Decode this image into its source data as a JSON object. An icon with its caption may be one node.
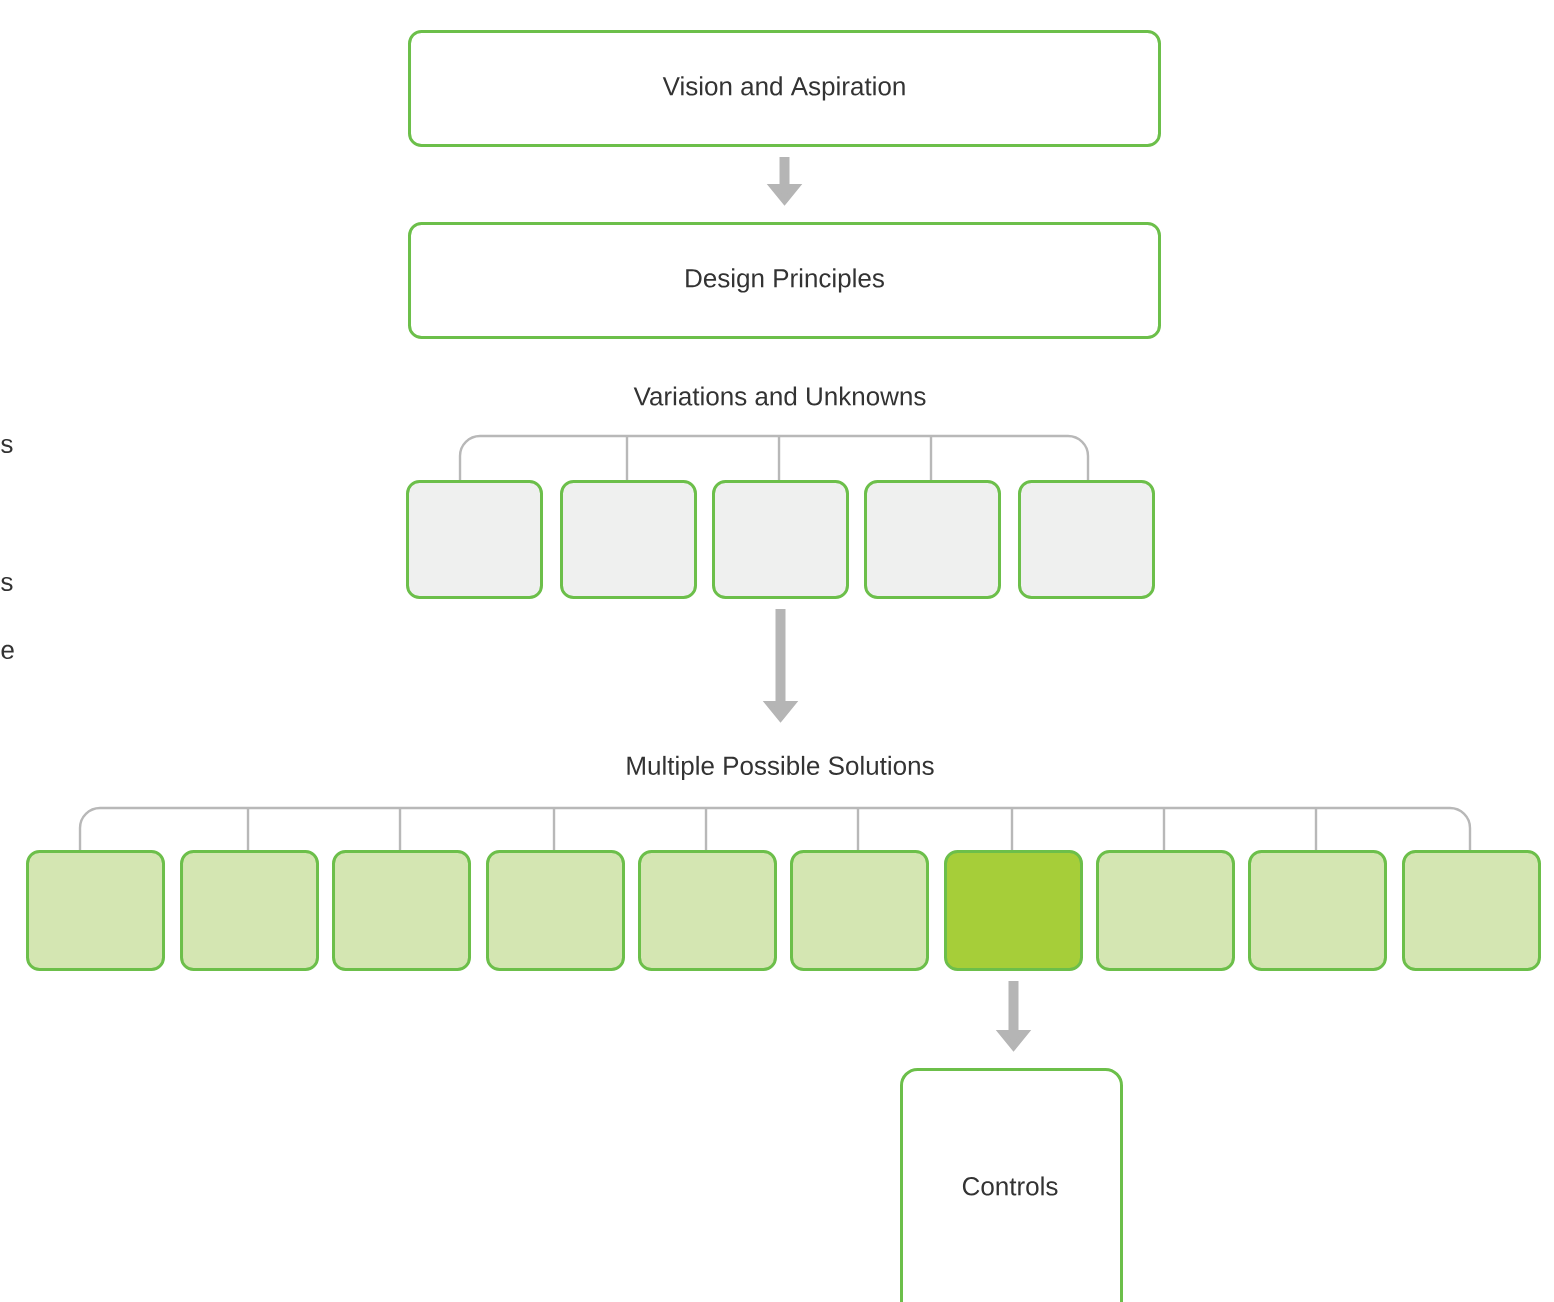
{
  "diagram": {
    "nodes": [
      {
        "text": [
          "Vision and Aspiration"
        ]
      },
      {
        "text": [
          "Design Principles"
        ]
      },
      {
        "text": [],
        "shape": "box"
      },
      {
        "text": [],
        "shape": "box"
      },
      {
        "text": [],
        "shape": "box"
      },
      {
        "text": [],
        "shape": "box"
      },
      {
        "text": [],
        "shape": "box"
      },
      {
        "text": [],
        "shape": "box"
      },
      {
        "text": [],
        "shape": "box"
      },
      {
        "text": [],
        "shape": "box"
      },
      {
        "text": [],
        "shape": "box"
      },
      {
        "text": [],
        "shape": "box"
      },
      {
        "text": [],
        "shape": "box"
      },
      {
        "text": [],
        "shape": "box"
      },
      {
        "text": [],
        "shape": "box"
      },
      {
        "text": [],
        "shape": "box"
      },
      {
        "text": [],
        "shape": "box"
      },
      {
        "text": [
          "Controls"
        ]
      }
    ],
    "edges": [
      {
        "from": 0,
        "to": 1,
        "arrow": "to"
      },
      {
        "from": 4,
        "to": null,
        "arrow": "to"
      },
      {
        "from": 13,
        "to": 17,
        "arrow": "to"
      }
    ],
    "labels": [
      "s",
      "Variations and Unknowns",
      "s",
      "e",
      "Multiple Possible Solutions"
    ]
  }
}
